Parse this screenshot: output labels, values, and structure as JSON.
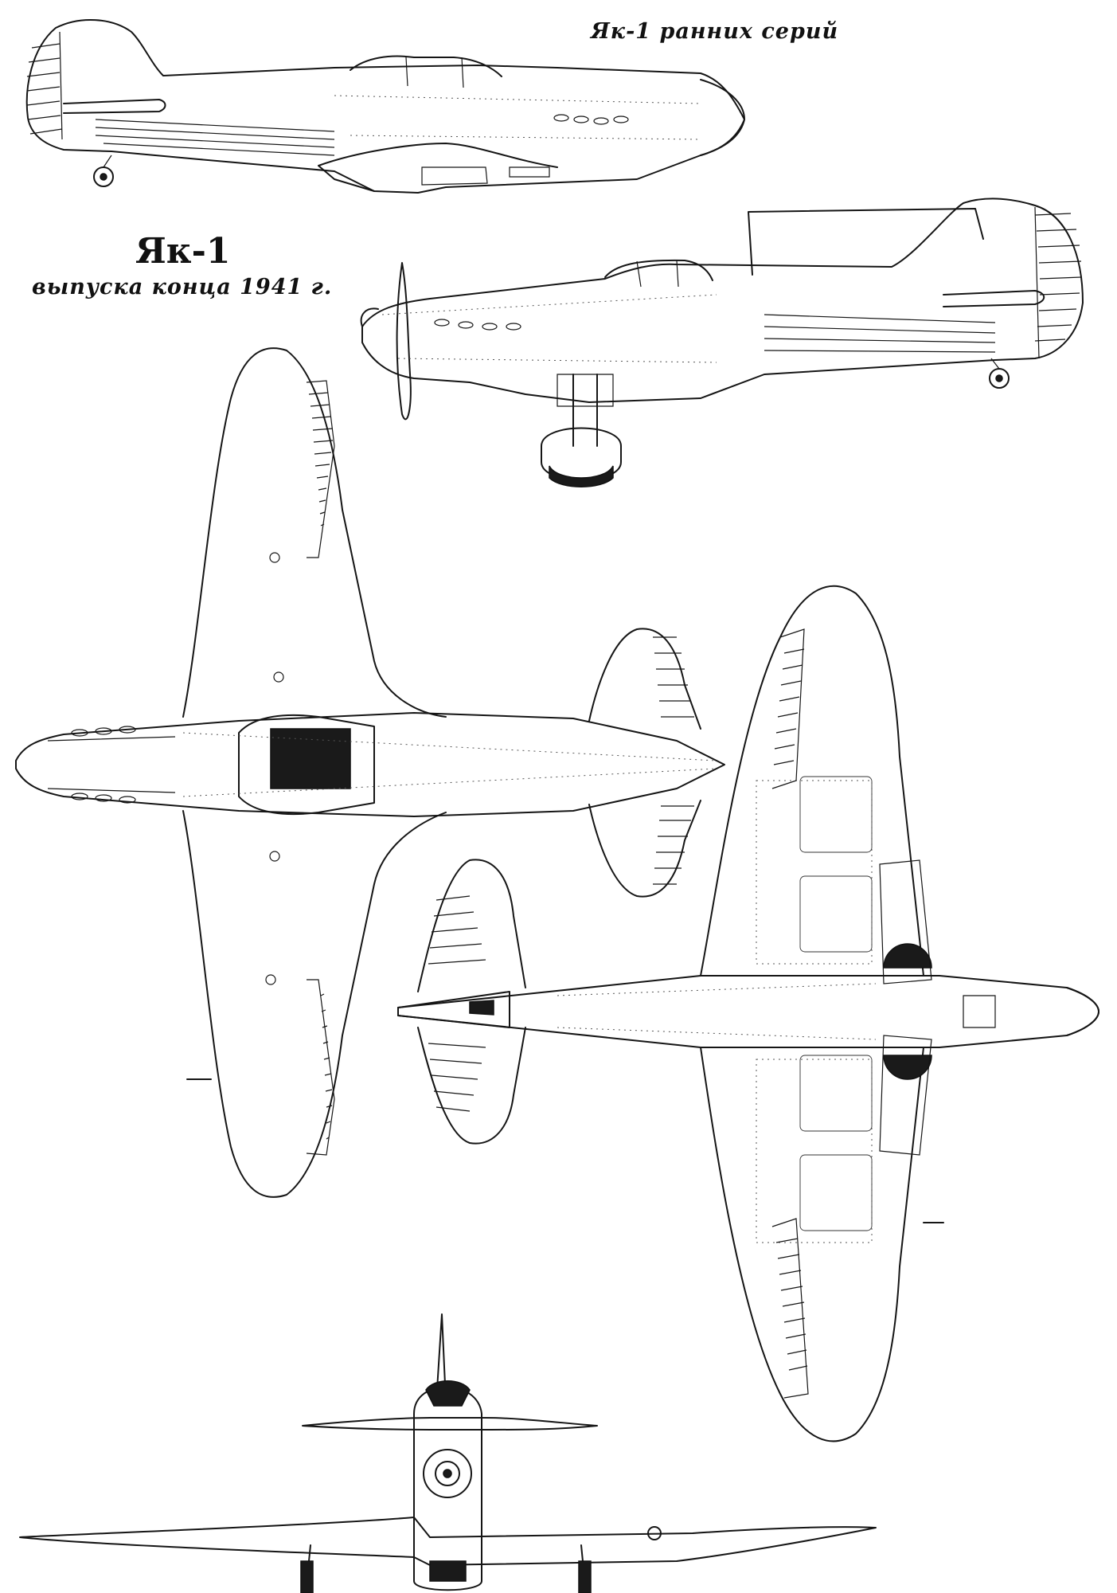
{
  "captions": {
    "early_series": "Як-1 ранних серий",
    "main_title": "Як-1",
    "main_subtitle": "выпуска конца 1941 г."
  },
  "views": [
    {
      "id": "side-early",
      "kind": "side profile"
    },
    {
      "id": "side-late",
      "kind": "side profile"
    },
    {
      "id": "top",
      "kind": "plan view (upper)"
    },
    {
      "id": "bottom",
      "kind": "plan view (lower)"
    },
    {
      "id": "front",
      "kind": "front view"
    }
  ],
  "colors": {
    "ink": "#151515",
    "paper": "#ffffff"
  }
}
